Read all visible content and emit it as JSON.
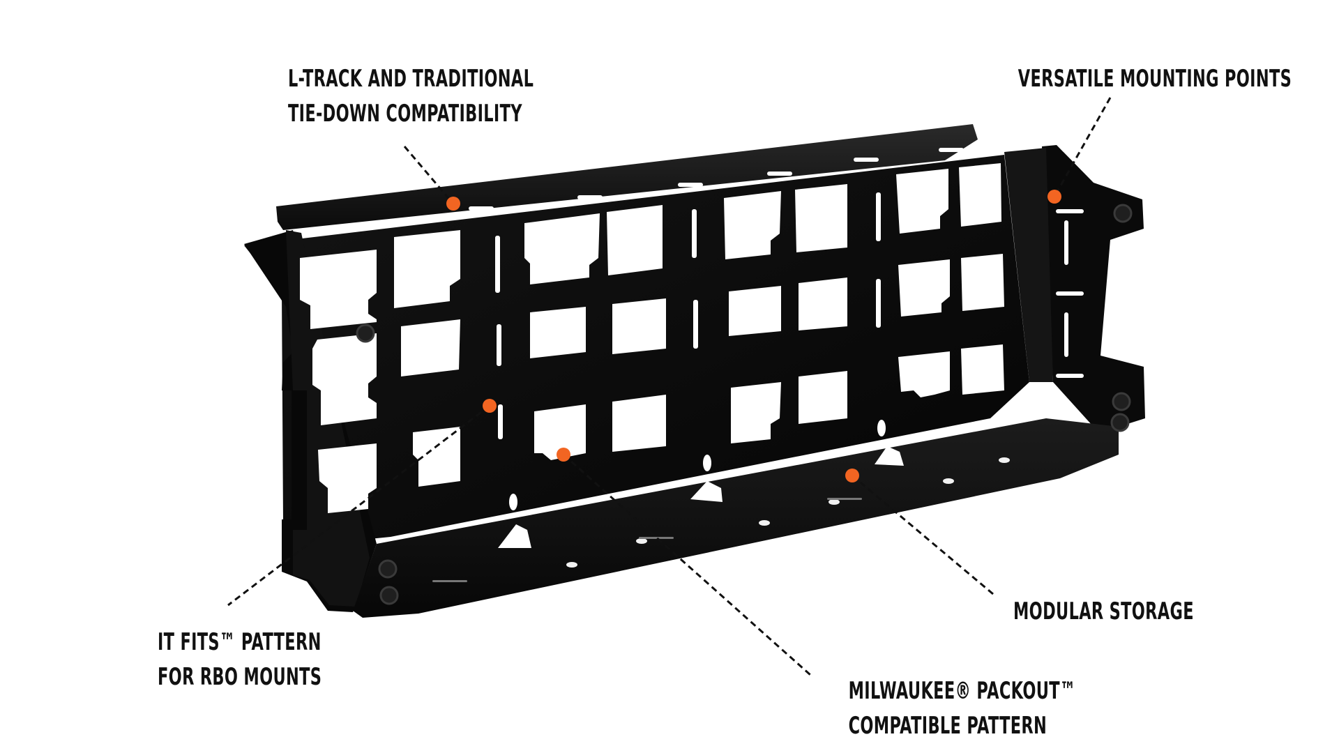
{
  "callouts": {
    "ltrack": {
      "line1": "L-TRACK AND TRADITIONAL",
      "line2": "TIE-DOWN COMPATIBILITY"
    },
    "mounting": {
      "line1": "VERSATILE MOUNTING POINTS"
    },
    "itfits": {
      "line1": "IT FITS™ PATTERN",
      "line2": "FOR RBO MOUNTS"
    },
    "modular": {
      "line1": "MODULAR STORAGE"
    },
    "packout": {
      "line1": "MILWAUKEE® PACKOUT™",
      "line2": "COMPATIBLE PATTERN"
    }
  },
  "colors": {
    "marker": "#F26522",
    "product": "#0d0d0d",
    "leader": "#111111"
  },
  "product": {
    "icon": "storage-rack-panel"
  }
}
